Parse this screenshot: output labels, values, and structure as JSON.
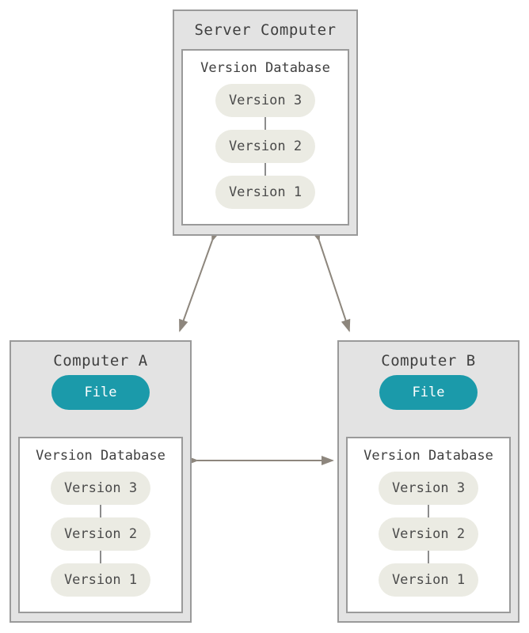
{
  "server": {
    "title": "Server Computer",
    "database": {
      "title": "Version Database",
      "versions": [
        "Version 3",
        "Version 2",
        "Version 1"
      ]
    }
  },
  "computer_a": {
    "title": "Computer A",
    "file_label": "File",
    "database": {
      "title": "Version Database",
      "versions": [
        "Version 3",
        "Version 2",
        "Version 1"
      ]
    }
  },
  "computer_b": {
    "title": "Computer B",
    "file_label": "File",
    "database": {
      "title": "Version Database",
      "versions": [
        "Version 3",
        "Version 2",
        "Version 1"
      ]
    }
  },
  "colors": {
    "machine_box_fill": "#e3e3e3",
    "box_border": "#9a9a9a",
    "database_panel_fill": "#ffffff",
    "version_pill_fill": "#ebebe3",
    "file_pill_fill": "#1b9aaa",
    "file_pill_text": "#ffffff",
    "title_text": "#3f3f3f",
    "pill_text": "#4a4a4a",
    "arrow": "#8d867d"
  }
}
